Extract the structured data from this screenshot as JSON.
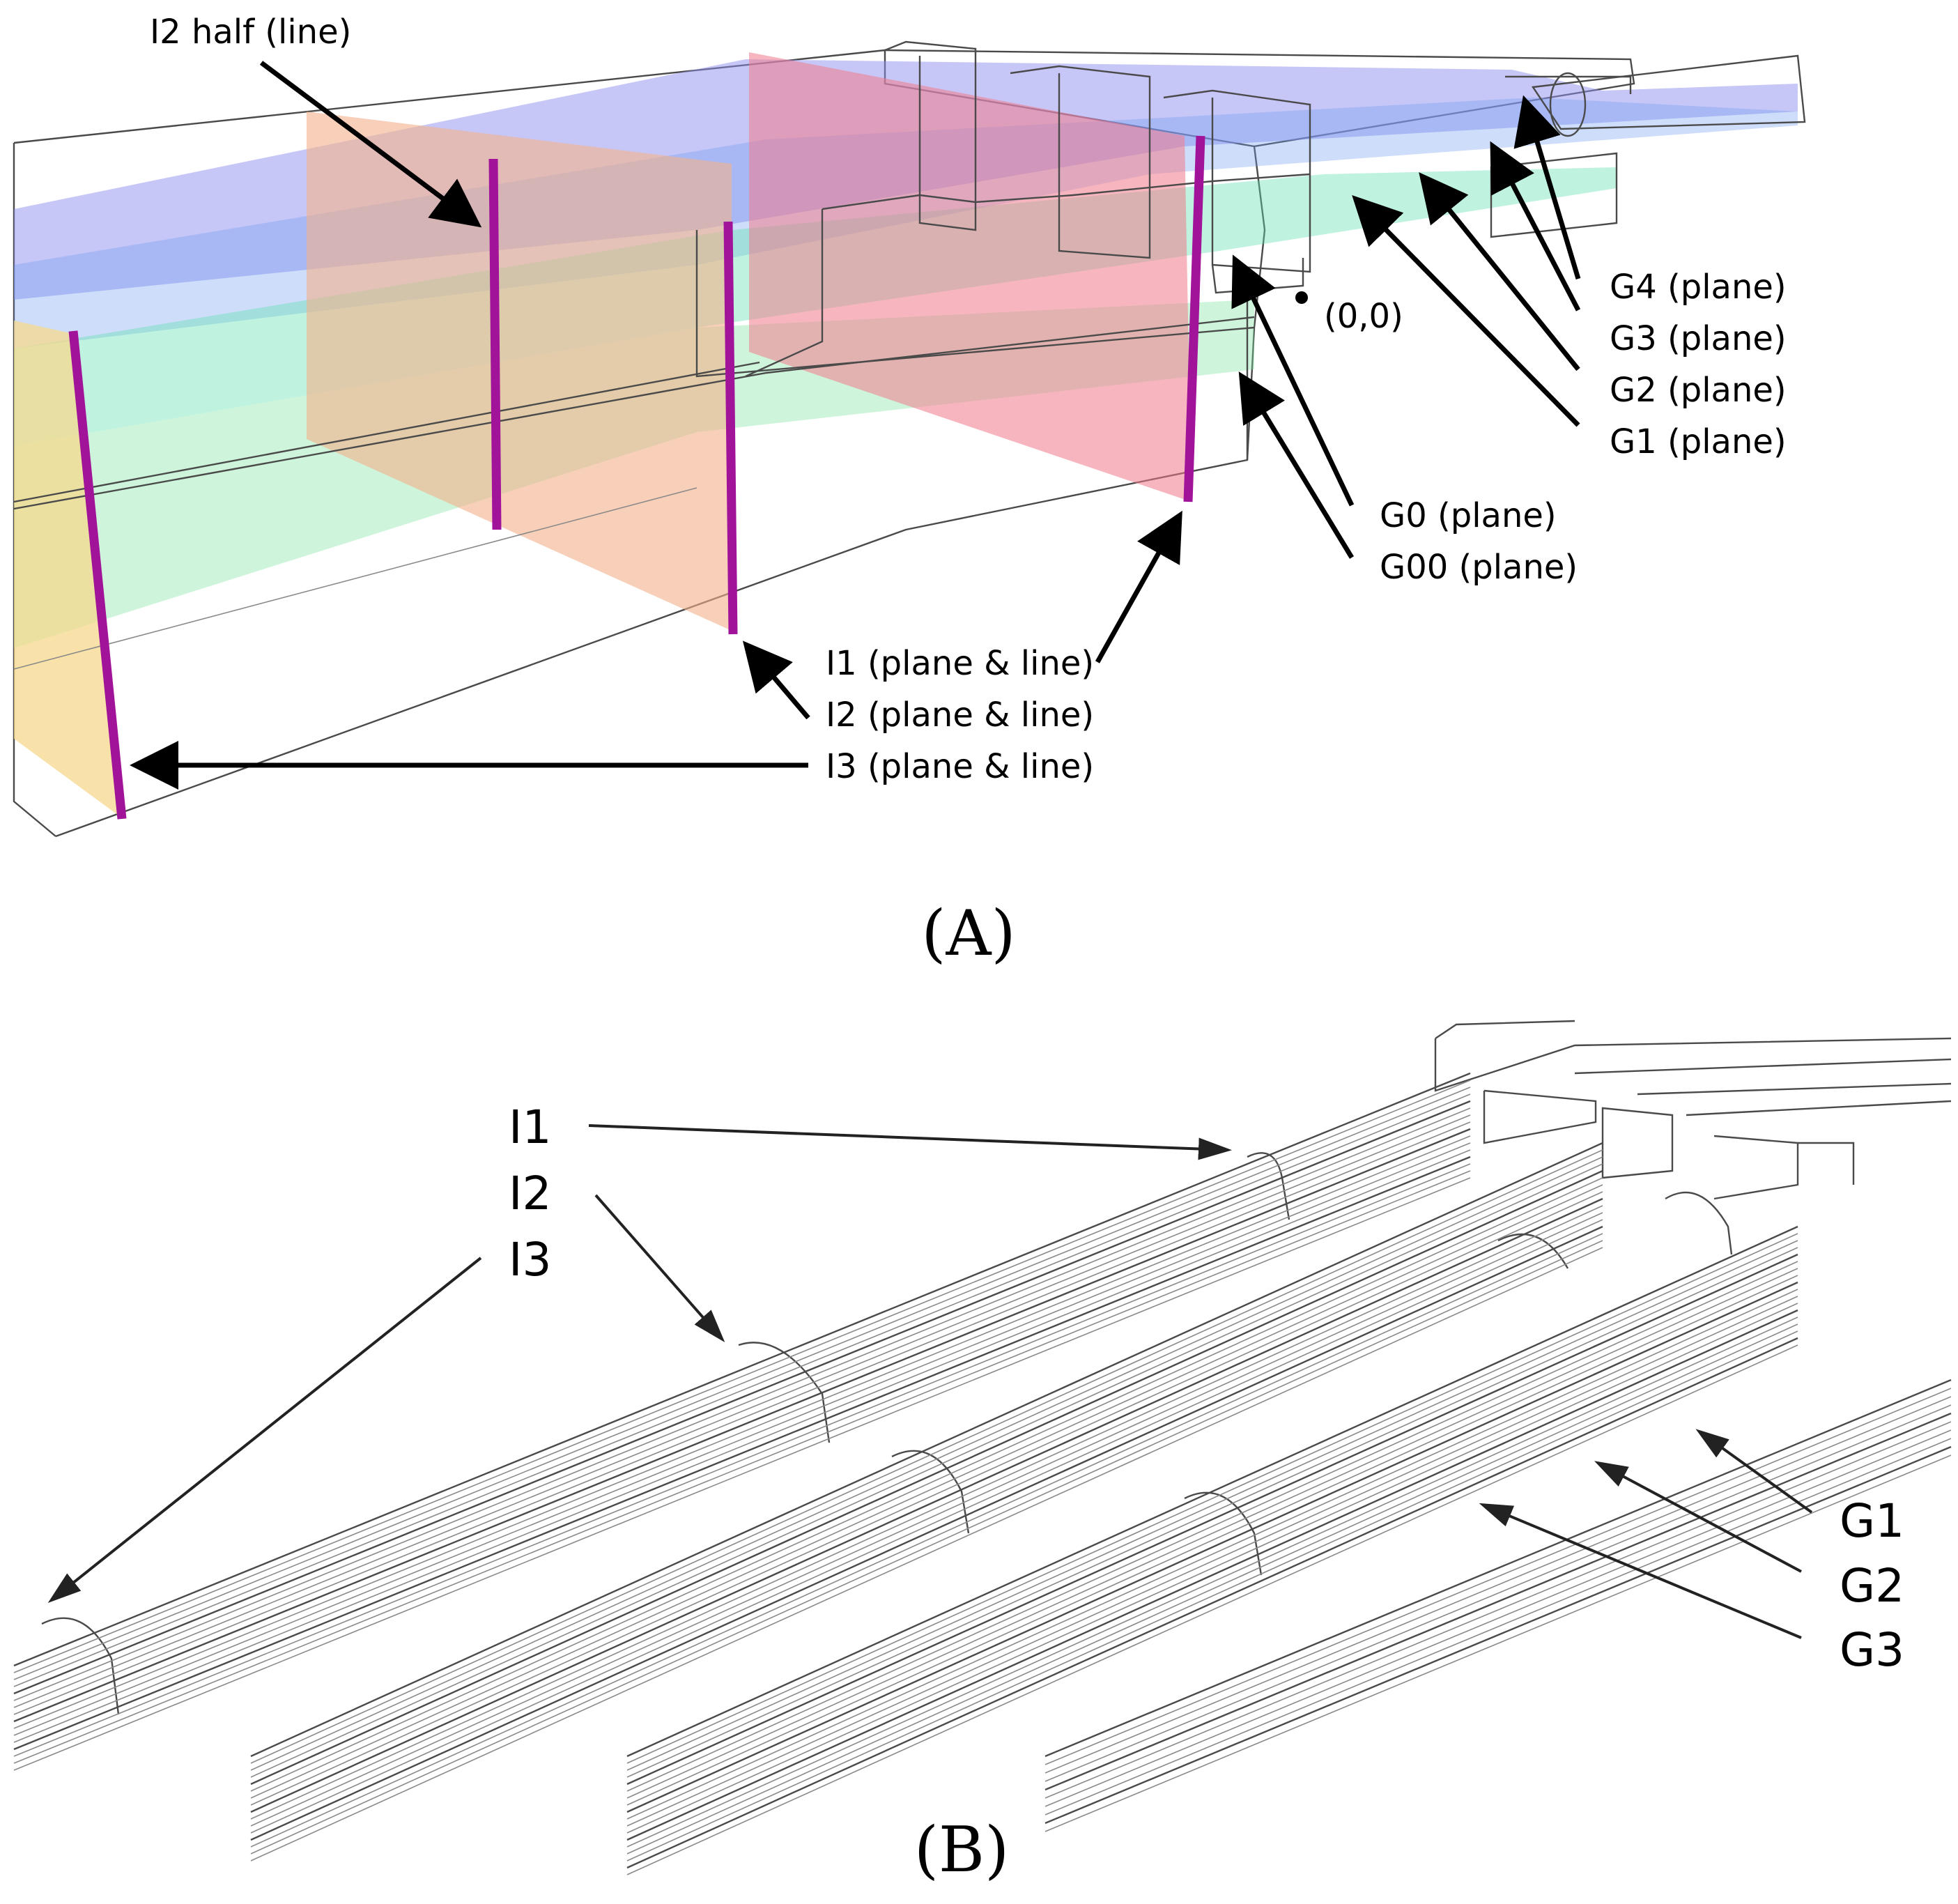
{
  "panel_a": {
    "caption": "(A)",
    "labels": {
      "i2_half": "I2 half (line)",
      "origin": "(0,0)",
      "g4": "G4 (plane)",
      "g3": "G3 (plane)",
      "g2": "G2 (plane)",
      "g1": "G1 (plane)",
      "g0": "G0 (plane)",
      "g00": "G00 (plane)",
      "i1": "I1 (plane & line)",
      "i2": "I2 (plane & line)",
      "i3": "I3 (plane & line)"
    },
    "colors": {
      "blue_plane": "#8f8ff0",
      "green_plane": "#7fe6a0",
      "red_plane": "#f07a8a",
      "orange_plane": "#f3b08a",
      "yellow_plane": "#f6d88e",
      "line": "#a1149a"
    }
  },
  "panel_b": {
    "caption": "(B)",
    "labels": {
      "i1": "I1",
      "i2": "I2",
      "i3": "I3",
      "g1": "G1",
      "g2": "G2",
      "g3": "G3"
    }
  }
}
